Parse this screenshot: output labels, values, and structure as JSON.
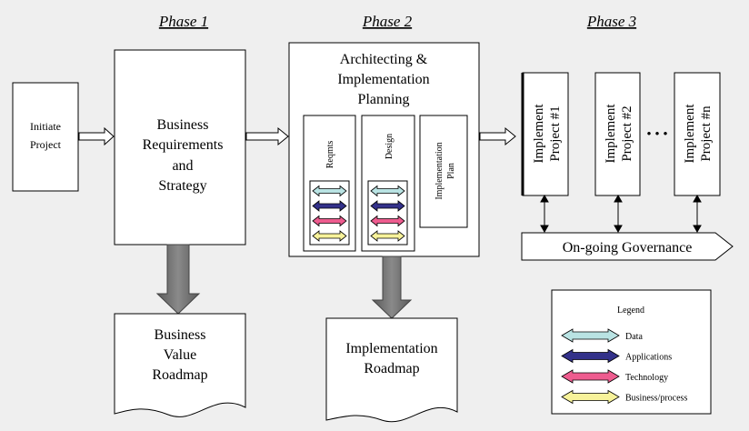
{
  "phases": {
    "p1": "Phase 1",
    "p2": "Phase 2",
    "p3": "Phase 3"
  },
  "initiate": {
    "line1": "Initiate",
    "line2": "Project"
  },
  "business_req": {
    "line1": "Business",
    "line2": "Requirements",
    "line3": "and",
    "line4": "Strategy"
  },
  "architecting": {
    "line1": "Architecting  &",
    "line2": "Implementation",
    "line3": "Planning"
  },
  "sub_boxes": {
    "reqmts": "Reqmts",
    "design": "Design",
    "impl_plan_line1": "Implementation",
    "impl_plan_line2": "Plan"
  },
  "projects": [
    {
      "line1": "Implement",
      "line2": "Project #1"
    },
    {
      "line1": "Implement",
      "line2": "Project #2"
    },
    {
      "line1": "Implement",
      "line2": "Project #n"
    }
  ],
  "ellipsis": "• • •",
  "governance": "On-going Governance",
  "roadmaps": {
    "business": {
      "line1": "Business",
      "line2": "Value",
      "line3": "Roadmap"
    },
    "implementation": {
      "line1": "Implementation",
      "line2": "Roadmap"
    }
  },
  "legend": {
    "title": "Legend",
    "items": [
      {
        "label": "Data",
        "color": "#b9e3e3"
      },
      {
        "label": "Applications",
        "color": "#33318a"
      },
      {
        "label": "Technology",
        "color": "#ee5c8f"
      },
      {
        "label": "Business/process",
        "color": "#f7f29a"
      }
    ]
  }
}
